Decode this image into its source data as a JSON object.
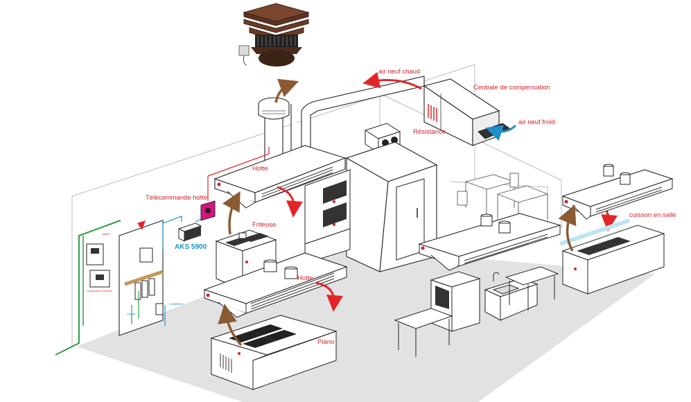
{
  "labels": {
    "air_neuf_chaud": "air neuf chaud",
    "centrale": "Centrale de compensation",
    "air_neuf_froid": "air neuf froid",
    "resistance": "Résistance",
    "hotte_1": "Hotte",
    "telecommande": "Télécommande hotte",
    "aks": "AKS 5900",
    "friteuse": "Friteuse",
    "hotte_2": "Hotte",
    "piano": "Piano",
    "cuisson_en_salle": "cuisson en salle",
    "compteurs": "compteurs",
    "disjoncteur": "Disjoncteur Général",
    "coffret": "coffret",
    "tore": "TORE"
  },
  "colors": {
    "air_hot": "#e1262a",
    "air_cold": "#1e90c9",
    "exhaust": "#8a5a33",
    "cable_green": "#2f9e45",
    "cable_blue": "#1e90c9",
    "cable_red": "#e1262a",
    "floor": "#e2e2e2",
    "fan_cap": "#6b3b26",
    "remote": "#d8127f",
    "ink": "#222222"
  },
  "icons": {
    "danger": "lightning-warning-icon",
    "heater": "heating-coil-icon"
  }
}
